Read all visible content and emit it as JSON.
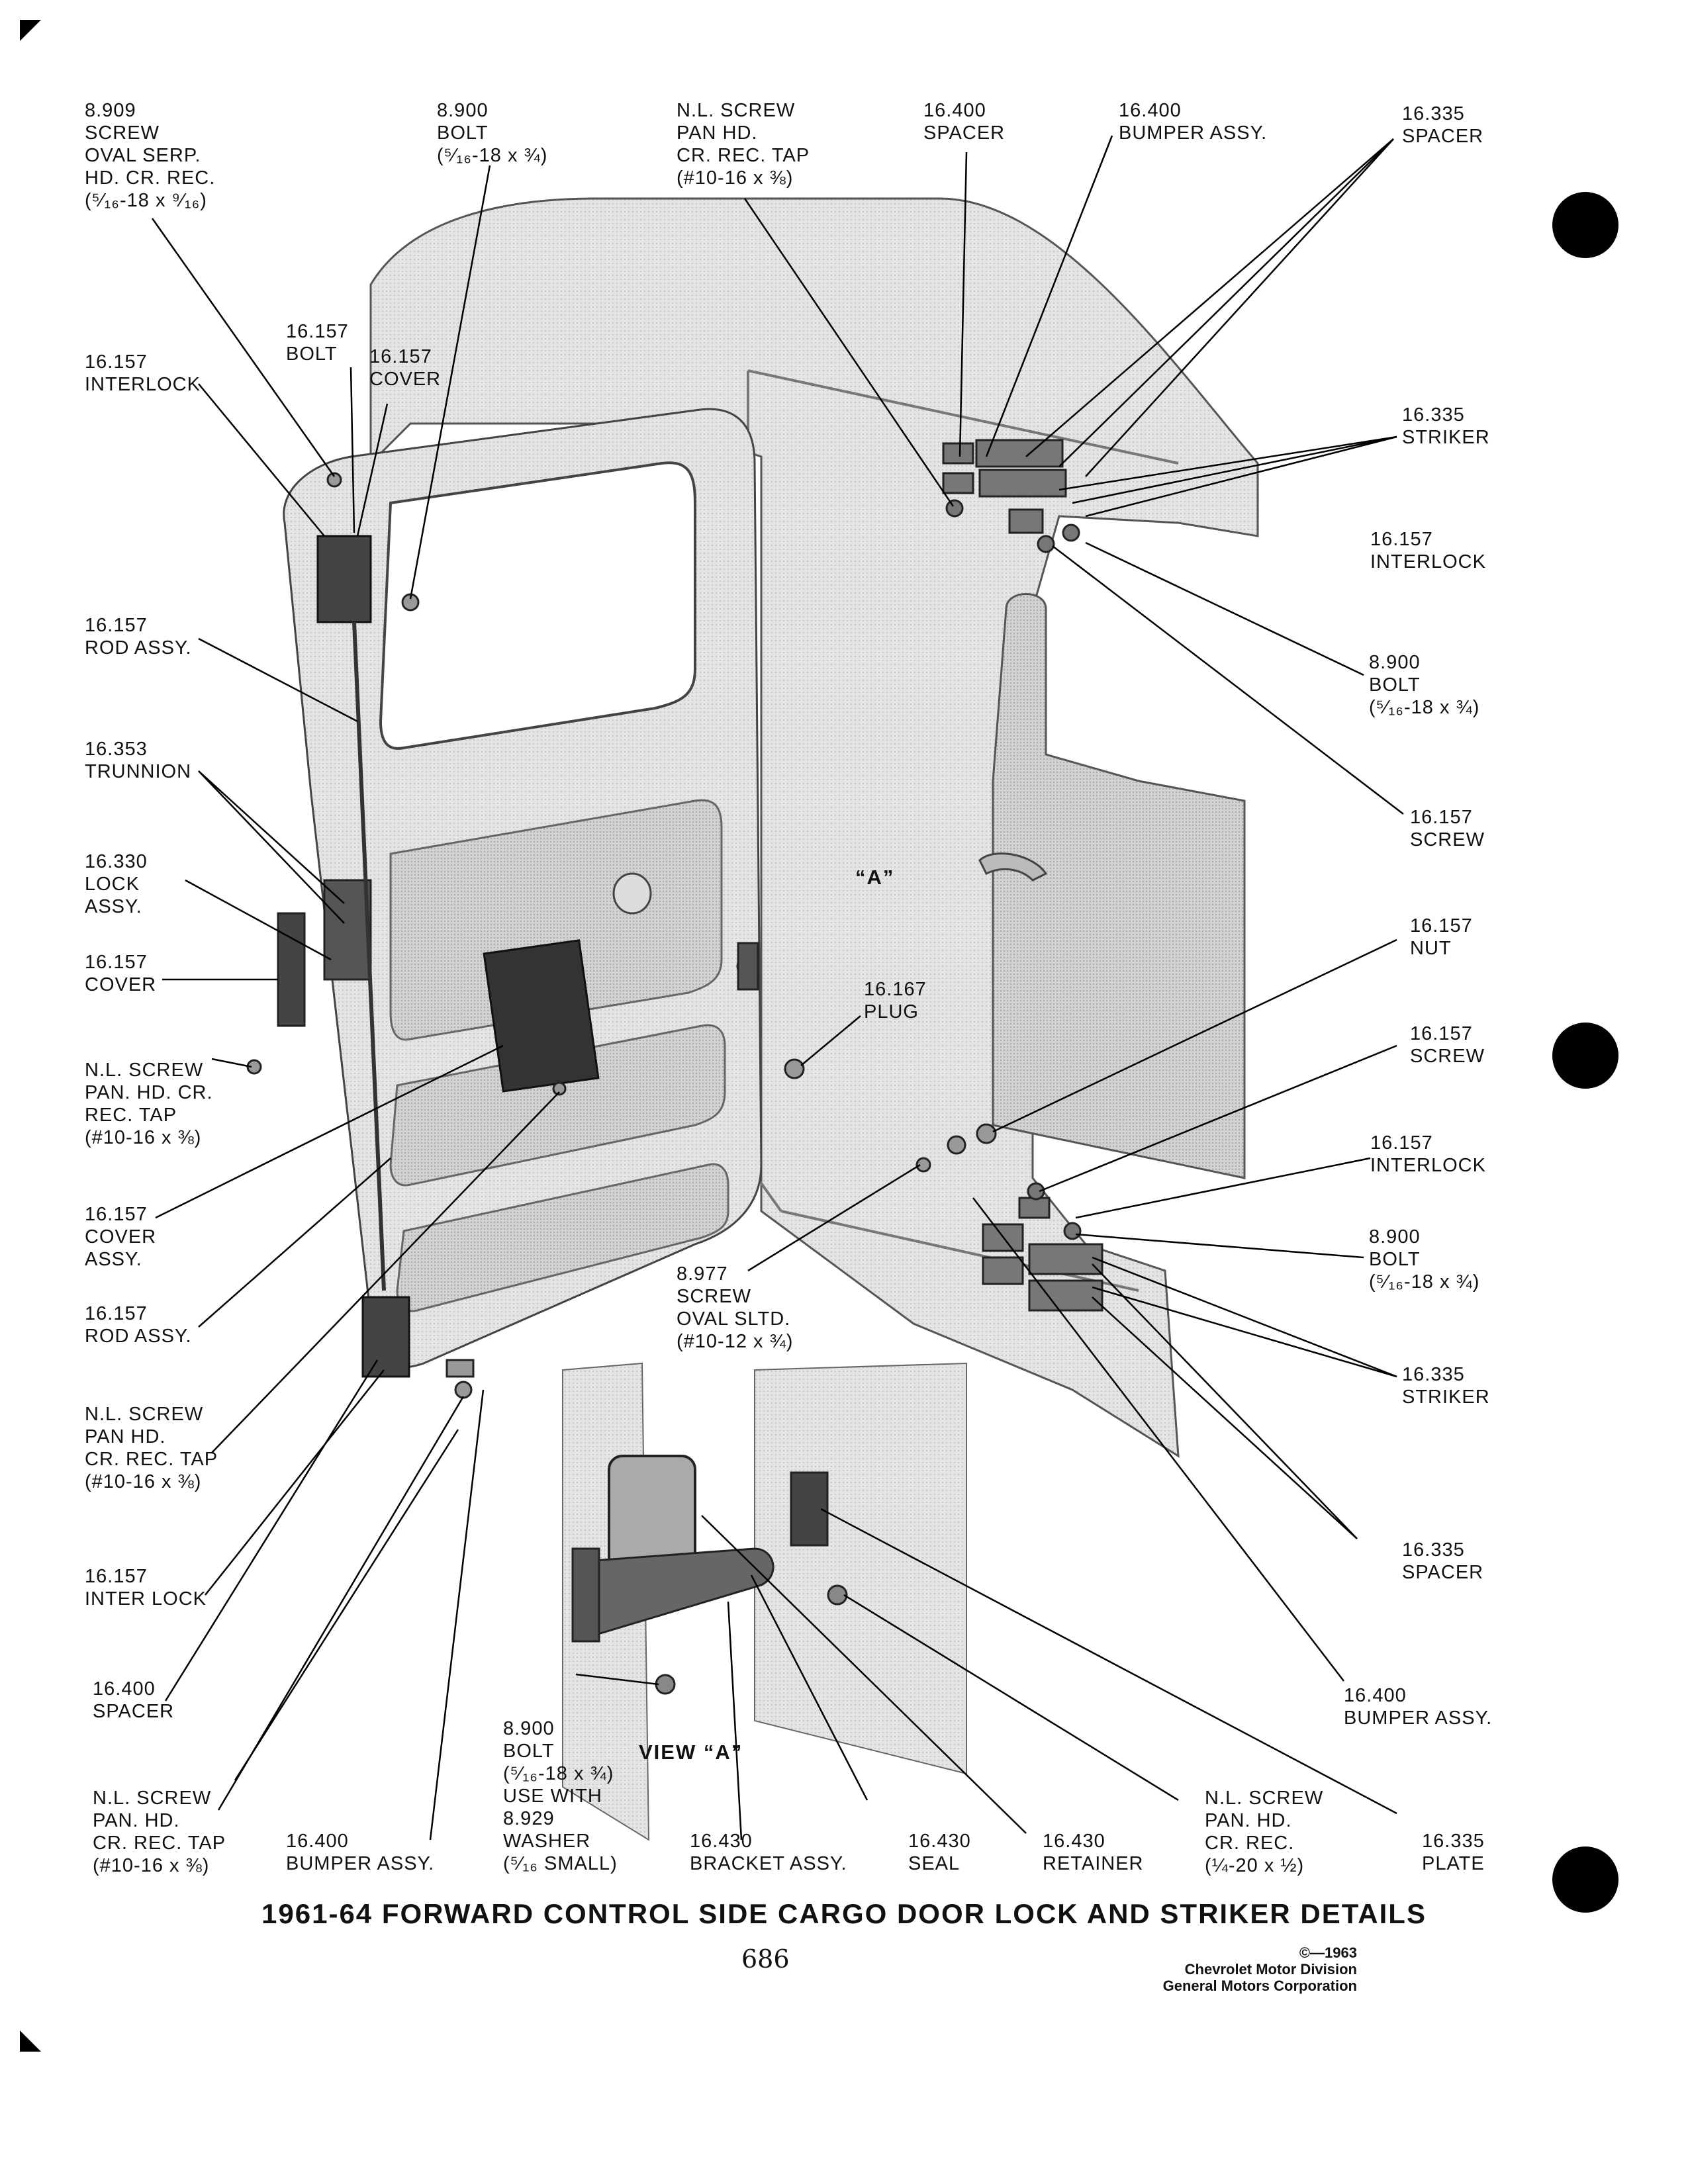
{
  "title": "1961-64 FORWARD CONTROL SIDE CARGO DOOR LOCK AND STRIKER DETAILS",
  "page_number": "686",
  "copyright": [
    "©—1963",
    "Chevrolet Motor Division",
    "General Motors Corporation"
  ],
  "view_labels": {
    "view_a": "VIEW “A”",
    "a_marker": "“A”"
  },
  "callouts": [
    [
      "8.909",
      "SCREW",
      "OVAL SERP.",
      "HD. CR. REC.",
      "(⁵⁄₁₆-18 x ⁹⁄₁₆)"
    ],
    [
      "8.900",
      "BOLT",
      "(⁵⁄₁₆-18 x ¾)"
    ],
    [
      "N.L. SCREW",
      "PAN HD.",
      "CR. REC. TAP",
      "(#10-16 x ⅜)"
    ],
    [
      "16.400",
      "SPACER"
    ],
    [
      "16.400",
      "BUMPER ASSY."
    ],
    [
      "16.335",
      "SPACER"
    ],
    [
      "16.157",
      "BOLT"
    ],
    [
      "16.157",
      "COVER"
    ],
    [
      "16.157",
      "INTERLOCK"
    ],
    [
      "16.335",
      "STRIKER"
    ],
    [
      "16.157",
      "INTERLOCK"
    ],
    [
      "16.157",
      "ROD ASSY."
    ],
    [
      "8.900",
      "BOLT",
      "(⁵⁄₁₆-18 x ¾)"
    ],
    [
      "16.353",
      "TRUNNION"
    ],
    [
      "16.157",
      "SCREW"
    ],
    [
      "16.330",
      "LOCK",
      "ASSY."
    ],
    [
      "16.157",
      "NUT"
    ],
    [
      "16.167",
      "PLUG"
    ],
    [
      "16.157",
      "COVER"
    ],
    [
      "16.157",
      "SCREW"
    ],
    [
      "N.L. SCREW",
      "PAN. HD. CR.",
      "REC. TAP",
      "(#10-16 x ⅜)"
    ],
    [
      "16.157",
      "INTERLOCK"
    ],
    [
      "16.157",
      "COVER",
      "ASSY."
    ],
    [
      "8.900",
      "BOLT",
      "(⁵⁄₁₆-18 x ¾)"
    ],
    [
      "8.977",
      "SCREW",
      "OVAL SLTD.",
      "(#10-12 x ¾)"
    ],
    [
      "16.157",
      "ROD ASSY."
    ],
    [
      "16.335",
      "STRIKER"
    ],
    [
      "N.L. SCREW",
      "PAN HD.",
      "CR. REC. TAP",
      "(#10-16 x ⅜)"
    ],
    [
      "16.335",
      "SPACER"
    ],
    [
      "16.157",
      "INTER LOCK"
    ],
    [
      "16.400",
      "SPACER"
    ],
    [
      "16.400",
      "BUMPER ASSY."
    ],
    [
      "8.900",
      "BOLT",
      "(⁵⁄₁₆-18 x ¾)",
      "USE WITH",
      "8.929",
      "WASHER",
      "(⁵⁄₁₆ SMALL)"
    ],
    [
      "N.L. SCREW",
      "PAN. HD.",
      "CR. REC. TAP",
      "(#10-16 x ⅜)"
    ],
    [
      "16.400",
      "BUMPER ASSY."
    ],
    [
      "16.430",
      "BRACKET ASSY."
    ],
    [
      "16.430",
      "SEAL"
    ],
    [
      "16.430",
      "RETAINER"
    ],
    [
      "N.L. SCREW",
      "PAN. HD.",
      "CR. REC.",
      "(¼-20 x ½)"
    ],
    [
      "16.335",
      "PLATE"
    ]
  ]
}
